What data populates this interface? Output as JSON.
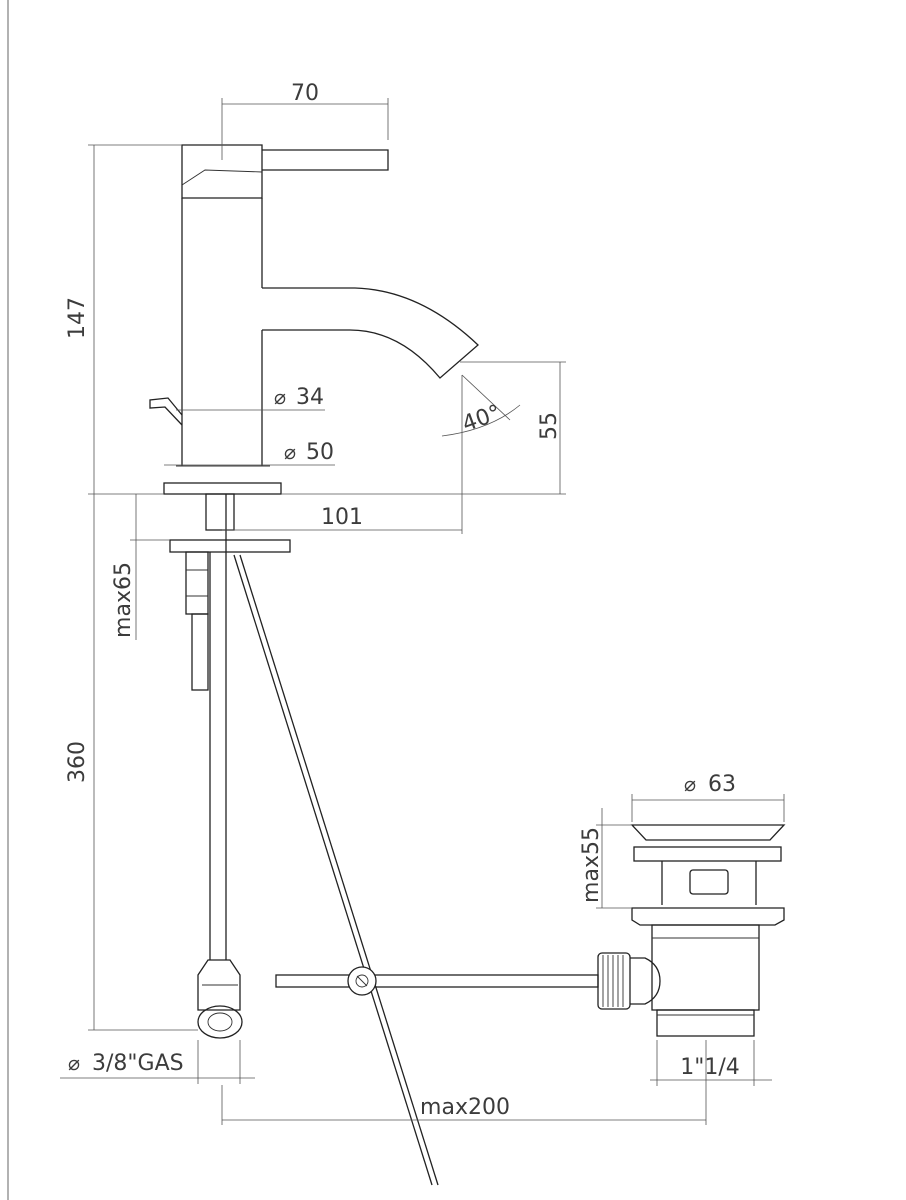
{
  "dimensions": {
    "top_width": "70",
    "total_height": "147",
    "body_diameter_symbol": "⌀",
    "body_diameter": "34",
    "base_diameter_symbol": "⌀",
    "base_diameter": "50",
    "spout_reach": "101",
    "spout_angle": "40°",
    "spout_height": "55",
    "deck_thickness": "max65",
    "hose_length": "360",
    "connection_symbol": "⌀",
    "connection": "3/8\"GAS",
    "rod_length": "max200",
    "waste_diameter_symbol": "⌀",
    "waste_diameter": "63",
    "waste_height": "max55",
    "waste_thread": "1\"1/4"
  }
}
